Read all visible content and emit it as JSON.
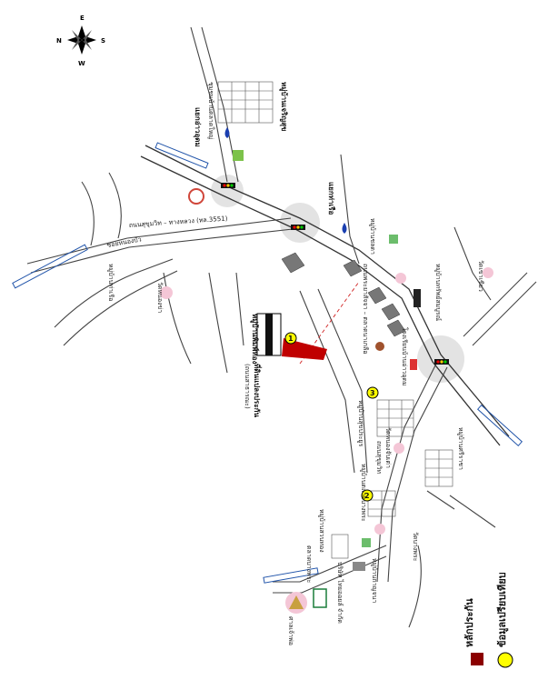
{
  "compass": {
    "e": "E",
    "n": "N",
    "s": "S",
    "w": "W"
  },
  "roads": {
    "main_hwy": "ถนนสุขุมวิท – ทางหลวง (ทล.3551)",
    "sukhumvit": "ถนนสุขุมวิท",
    "side_road": "ถนนพระยาสัจจา – ตลาดนาเกลือ",
    "soi": "ซอยหนองบัว"
  },
  "places": {
    "junction_n": "แยกอ่าวอุดม",
    "junction_mid": "แยกท่าเรือ",
    "village_top": "หมู่บ้านเจริญสุข",
    "village_top2": "ชุมชนบ้านตลาดใหญ่",
    "village_left": "หมู่บ้านท่าเรือ",
    "wat_left": "วัดหนองข่า",
    "village_mid": "หมู่บ้านชลดา",
    "wat_right1": "วัดหนองจับเต่า",
    "village_r1": "หมู่บ้านสุขประยูร",
    "village_r2": "หมู่บ้านทรัพย์สมบูรณ์",
    "village_r3": "หมู่บ้านศรีราชา",
    "village_r4": "หมู่บ้านตลาดบางพระ",
    "school": "โรงเรียนบ้านอ่าวอุดม",
    "wat_right2": "วัดเขาเขียว",
    "wat_bottom": "วัดบางพระ",
    "village_b1": "หมู่บ้านสวนทอง",
    "village_b2": "หมู่บ้านกาญจนา",
    "market": "ตลาดบางพระ",
    "company": "บริษัท ไทยออยล์ จำกัด",
    "temple_big": "ศาลเจ้าพ่อ",
    "sign_1": "ที่ดินแปลงประกัน",
    "sign_1b": "(ถนนสาธารณะ)",
    "village_sign": "หมู่บ้านพิมพ์ทอง"
  },
  "markers": {
    "m1": "1",
    "m2": "2",
    "m3": "3"
  },
  "legend": {
    "collateral": "หลักประกัน",
    "comparable": "ข้อมูลเปรียบเทียบ"
  },
  "colors": {
    "collateral": "#c00000",
    "comparable": "#ffff00",
    "road_fill": "#ffffff",
    "river": "#2255aa"
  }
}
